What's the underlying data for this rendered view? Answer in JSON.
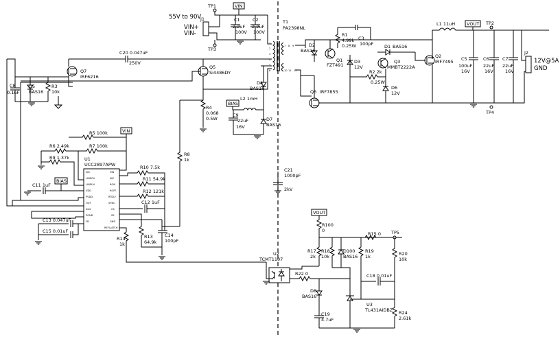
{
  "input": {
    "range": "55V to 90V",
    "connector": "J1",
    "pin_plus": "VIN+",
    "pin_minus": "VIN-",
    "tp1": "TP1",
    "tp3": "TP3",
    "net_vin": "VIN"
  },
  "caps_in": {
    "c1_ref": "C1",
    "c1_val": "2.2uF",
    "c1_v": "100V",
    "c2_ref": "C2",
    "c2_val": "2.2uF",
    "c2_v": "100V"
  },
  "transformer": {
    "ref": "T1",
    "part": "PA2398NL",
    "pins_left": [
      "1",
      "2",
      "3",
      "4",
      "5",
      "6"
    ],
    "pins_right": [
      "7",
      "8",
      "9",
      "10",
      "11",
      "12"
    ]
  },
  "clamp": {
    "c20_ref": "C20",
    "c20_val": "0.047uF",
    "c20_v": "250V"
  },
  "q7": {
    "ref": "Q7",
    "part": "IRF6216"
  },
  "q5": {
    "ref": "Q5",
    "part": "Si4486DY"
  },
  "d5": {
    "ref": "D5",
    "part": "BAS16"
  },
  "r3": {
    "ref": "R3",
    "val": "10k"
  },
  "c8": {
    "ref": "C8",
    "val": "0.1uF"
  },
  "d4": {
    "ref": "D4",
    "part": "BAS16"
  },
  "r4": {
    "ref": "R4",
    "val": "0.068",
    "pw": "0.5W"
  },
  "bias": {
    "net": "BIAS",
    "l2_ref": "L2",
    "l2_val": "1mH",
    "c9_ref": "C9",
    "c9_val": "22uF",
    "c9_v": "16V",
    "d7_ref": "D7",
    "d7_part": "BAS16"
  },
  "r8": {
    "ref": "R8",
    "val": "1k"
  },
  "controller": {
    "ref": "U1",
    "part": "UCC2897APW",
    "pins_left": [
      "N/C",
      "LINEOV",
      "LINEUV",
      "VDD",
      "PVDD",
      "OUT",
      "AUX",
      "PGND",
      "FB"
    ],
    "pins_right": [
      "VIN",
      "N/C",
      "RON",
      "ROFF",
      "RTDLY",
      "SYNC",
      "CS",
      "SS",
      "GND",
      "REF/LATCH"
    ],
    "net_vin": "VIN",
    "net_bias": "BIAS"
  },
  "ctrl_parts": {
    "r5_ref": "R5",
    "r5_val": "100k",
    "r6_ref": "R6",
    "r6_val": "2.49k",
    "r7_ref": "R7",
    "r7_val": "100k",
    "r9_ref": "R9",
    "r9_val": "1.37k",
    "c11_ref": "C11",
    "c11_val": "1uF",
    "r10_ref": "R10",
    "r10_val": "7.5k",
    "r11_ref": "R11",
    "r11_val": "54.9k",
    "r12_ref": "R12",
    "r12_val": "121k",
    "c12_ref": "C12",
    "c12_val": "1uF",
    "c13_ref": "C13",
    "c13_val": "0.047uF",
    "c15_ref": "C15",
    "c15_val": "0.01uF",
    "r14_ref": "R14",
    "r14_val": "1k",
    "r13_ref": "R13",
    "r13_val": "64.9k",
    "c14_ref": "C14",
    "c14_val": "100pF"
  },
  "isolation": {
    "c21_ref": "C21",
    "c21_val": "1000pF",
    "c21_v": "2kV"
  },
  "secondary": {
    "d2_ref": "D2",
    "d2_part": "BAS16",
    "q1_ref": "Q1",
    "q1_part": "FZT491",
    "r1_ref": "R1",
    "r1_val": "4.99k",
    "r1_pw": "0.25W",
    "c3_ref": "C3",
    "c3_val": "100pF",
    "d3_ref": "D3",
    "d3_val": "12V",
    "d1_ref": "D1",
    "d1_part": "BAS16",
    "q3_ref": "Q3",
    "q3_part": "MMBT2222A",
    "r2_ref": "R2",
    "r2_val": "2k",
    "r2_pw": "0.25W",
    "d6_ref": "D6",
    "d6_val": "12V",
    "q6_ref": "Q6",
    "q6_part": "IRF7855",
    "q2_ref": "Q2",
    "q2_part": "IRF7495",
    "l1_ref": "L1",
    "l1_val": "11uH",
    "vout": "VOUT",
    "tp2": "TP2",
    "tp4": "TP4",
    "c5_ref": "C5",
    "c5_val": "100uF",
    "c5_v": "16V",
    "c6_ref": "C6",
    "c6_val": "22uF",
    "c6_v": "16V",
    "c7_ref": "C7",
    "c7_val": "22uF",
    "c7_v": "16V",
    "j2_ref": "J2",
    "j2_out": "12V@5A",
    "j2_gnd": "GND"
  },
  "feedback": {
    "vout": "VOUT",
    "r100_ref": "R100",
    "r100_val": "0",
    "r17_ref": "R17",
    "r17_val": "2k",
    "r18_ref": "R18",
    "r18_val": "10k",
    "d100_ref": "D100",
    "d100_part": "BAS16",
    "r15_ref": "R15",
    "r15_val": "0",
    "r19_ref": "R19",
    "r19_val": "1k",
    "tp5": "TP5",
    "r20_ref": "R20",
    "r20_val": "10k",
    "u2_ref": "U2",
    "u2_part": "TCMT1107",
    "r22_ref": "R22",
    "r22_val": "0",
    "d8_ref": "D8",
    "d8_part": "BAS16",
    "c18_ref": "C18",
    "c18_val": "0.01uF",
    "c19_ref": "C19",
    "c19_val": "4.7uF",
    "u3_ref": "U3",
    "u3_part": "TL431AIDBZ",
    "r24_ref": "R24",
    "r24_val": "2.61k"
  }
}
